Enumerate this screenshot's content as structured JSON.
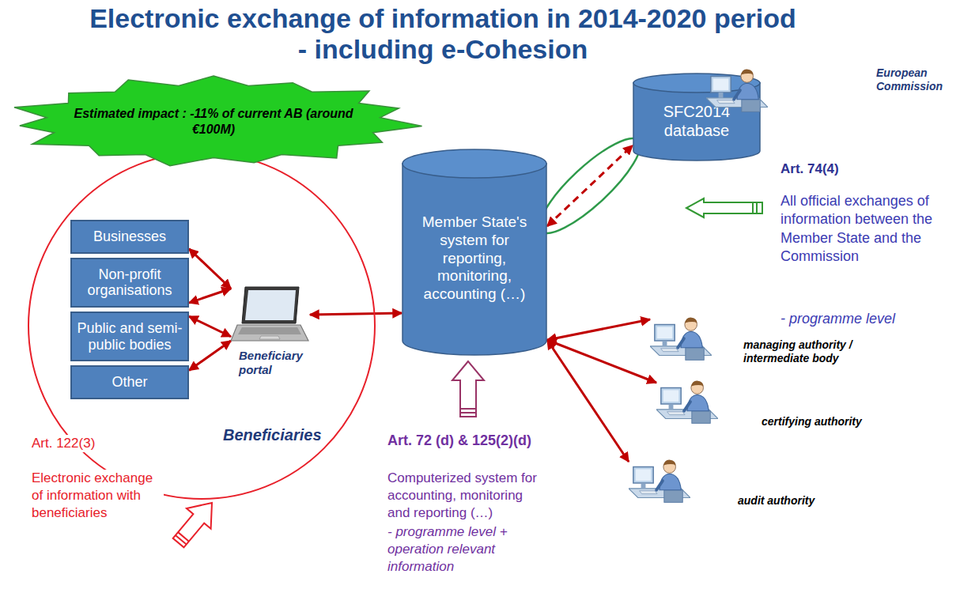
{
  "diagram": {
    "title": "Electronic exchange of information in 2014-2020 period - including e-Cohesion",
    "nodes": [
      {
        "text": [
          "Estimated impact : -11% of current AB (around €100M)"
        ]
      },
      {
        "text": [
          "SFC2014 database"
        ]
      },
      {
        "text": [
          "European Commission"
        ]
      },
      {
        "text": [
          "Beneficiaries"
        ]
      },
      {
        "text": [
          "Businesses"
        ],
        "in": 3
      },
      {
        "text": [
          "Non-profit organisations"
        ],
        "in": 3
      },
      {
        "text": [
          "Public and semi-public bodies"
        ],
        "in": 3
      },
      {
        "text": [
          "Other"
        ],
        "in": 3
      },
      {
        "text": [
          "Beneficiary portal"
        ],
        "in": 3
      },
      {
        "text": [
          "Member State's system for reporting, monitoring, accounting (…)"
        ]
      },
      {
        "text": [
          "managing authority / intermediate body"
        ]
      },
      {
        "text": [
          "certifying authority"
        ]
      },
      {
        "text": [
          "audit authority"
        ]
      }
    ],
    "edges": [
      {
        "from": 4,
        "to": 8,
        "arrow": "both"
      },
      {
        "from": 5,
        "to": 8,
        "arrow": "both"
      },
      {
        "from": 6,
        "to": 8,
        "arrow": "both"
      },
      {
        "from": 7,
        "to": 8,
        "arrow": "both"
      },
      {
        "from": 8,
        "to": 9,
        "arrow": "both"
      },
      {
        "from": 9,
        "to": 1,
        "arrow": "both"
      },
      {
        "from": 9,
        "to": 10,
        "arrow": "both"
      },
      {
        "from": 9,
        "to": 11,
        "arrow": "both"
      },
      {
        "from": 9,
        "to": 12,
        "arrow": "both"
      }
    ],
    "labels": [
      "Art. 122(3)",
      "Electronic exchange of information with beneficiaries",
      "Art. 72 (d) & 125(2)(d)",
      "Computerized system for accounting, monitoring and reporting (…)",
      "- programme level + operation relevant information",
      "Art. 74(4)",
      "All official exchanges of information between the Member State and the Commission",
      "- programme level"
    ]
  }
}
